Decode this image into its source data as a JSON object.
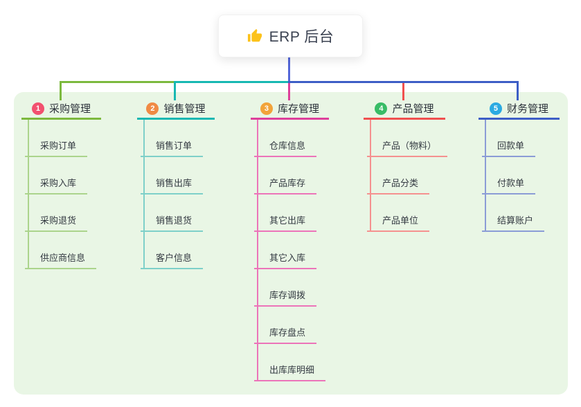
{
  "root": {
    "label": "ERP 后台",
    "icon": "thumbs-up-icon",
    "icon_color": "#FCC21B",
    "card_bg": "#FFFFFF",
    "drop_line_color": "#5467D8"
  },
  "canvas": {
    "page_bg": "#FFFFFF",
    "panel_bg": "#E9F6E5"
  },
  "branches": [
    {
      "index": "1",
      "label": "采购管理",
      "badge_color": "#F2516F",
      "line_color": "#7CB93E",
      "child_line_color": "#ABD48C",
      "children": [
        "采购订单",
        "采购入库",
        "采购退货",
        "供应商信息"
      ]
    },
    {
      "index": "2",
      "label": "销售管理",
      "badge_color": "#F08A44",
      "line_color": "#17B8B2",
      "child_line_color": "#7ED0C9",
      "children": [
        "销售订单",
        "销售出库",
        "销售退货",
        "客户信息"
      ]
    },
    {
      "index": "3",
      "label": "库存管理",
      "badge_color": "#F2A33A",
      "line_color": "#DE3F9B",
      "child_line_color": "#EC74B9",
      "children": [
        "仓库信息",
        "产品库存",
        "其它出库",
        "其它入库",
        "库存调拨",
        "库存盘点",
        "出库库明细"
      ]
    },
    {
      "index": "4",
      "label": "产品管理",
      "badge_color": "#38BC66",
      "line_color": "#F0504F",
      "child_line_color": "#F5918F",
      "children": [
        "产品（物料）",
        "产品分类",
        "产品单位"
      ]
    },
    {
      "index": "5",
      "label": "财务管理",
      "badge_color": "#2BAAE2",
      "line_color": "#3D5EC6",
      "child_line_color": "#8B9CD6",
      "children": [
        "回款单",
        "付款单",
        "结算账户"
      ]
    }
  ]
}
